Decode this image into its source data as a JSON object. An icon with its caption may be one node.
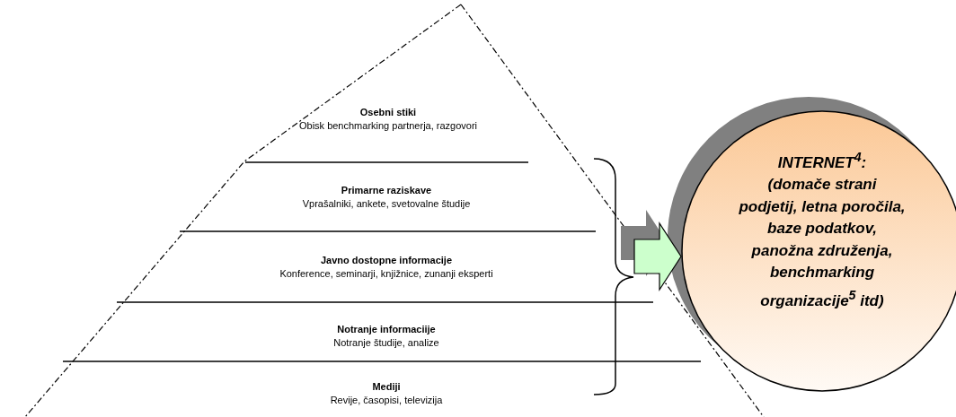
{
  "diagram": {
    "nodes": [
      {
        "text": [
          "Osebni stiki",
          "Obisk benchmarking partnerja, razgovori"
        ]
      },
      {
        "text": [
          "Primarne raziskave",
          "Vprašalniki, ankete, svetovalne študije"
        ]
      },
      {
        "text": [
          "Javno dostopne informacije",
          "Konference, seminarji, knjižnice, zunanji eksperti"
        ]
      },
      {
        "text": [
          "Notranje informaciije",
          "Notranje študije, analize"
        ]
      },
      {
        "text": [
          "Mediji",
          "Revije, časopisi, televizija"
        ]
      },
      {
        "text": [
          "INTERNET$^{4}$:",
          "(domače strani podjetij, letna poročila, baze podatkov, panožna združenja, benchmarking organizacije$^{5}$ itd)"
        ]
      }
    ],
    "edges": [
      {
        "from": null,
        "to": 5,
        "arrow": "to"
      }
    ]
  }
}
